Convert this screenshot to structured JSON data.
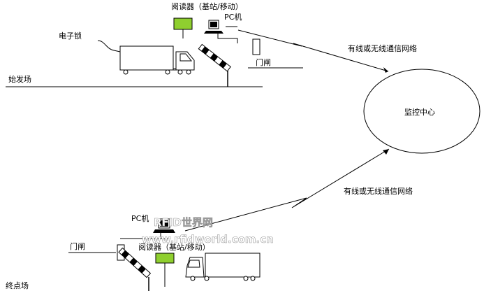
{
  "top": {
    "reader_label": "阅读器（基站/移动）",
    "pc_label": "PC机",
    "lock_label": "电子锁",
    "gate_label": "门闸",
    "site_label": "始发场",
    "network_label": "有线或无线通信网络"
  },
  "center": {
    "label": "监控中心"
  },
  "bottom": {
    "pc_label": "PC机",
    "gate_label": "门闸",
    "reader_label": "阅读器（基站/移动）",
    "site_label": "终点场",
    "network_label": "有线或无线通信网络"
  },
  "watermark": {
    "line1": "RFID世界网",
    "line2": "www.rfidworld.com.cn"
  },
  "colors": {
    "reader_fill": "#8fcf2f",
    "ink": "#000000"
  }
}
